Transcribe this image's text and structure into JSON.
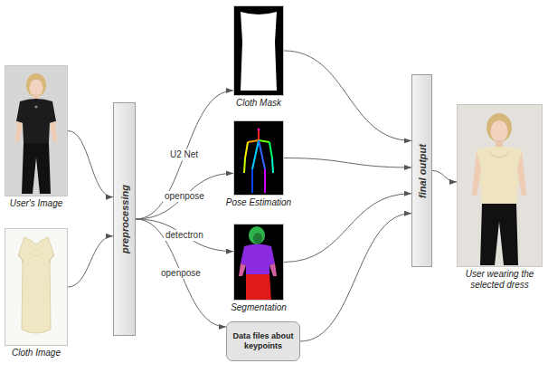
{
  "diagram": {
    "nodes": [
      {
        "text": [
          "User's Image"
        ]
      },
      {
        "text": [
          "Cloth Image"
        ]
      },
      {
        "text": [
          "preprocessing"
        ]
      },
      {
        "text": [
          "Cloth Mask"
        ]
      },
      {
        "text": [
          "Pose Estimation"
        ]
      },
      {
        "text": [
          "Segmentation"
        ]
      },
      {
        "text": [
          "Data files about keypoints"
        ]
      },
      {
        "text": [
          "final output"
        ]
      },
      {
        "text": [
          "User wearing the selected dress"
        ]
      }
    ],
    "edges": [
      {
        "from": 0,
        "to": 2,
        "arrow": "to"
      },
      {
        "from": 1,
        "to": 2,
        "arrow": "to"
      },
      {
        "from": 2,
        "to": 3,
        "label": "U2 Net",
        "arrow": "to"
      },
      {
        "from": 2,
        "to": 4,
        "label": "openpose",
        "arrow": "to"
      },
      {
        "from": 2,
        "to": 5,
        "label": "detectron",
        "arrow": "to"
      },
      {
        "from": 2,
        "to": 6,
        "label": "openpose",
        "arrow": "to"
      },
      {
        "from": 3,
        "to": 7,
        "arrow": "to"
      },
      {
        "from": 4,
        "to": 7,
        "arrow": "to"
      },
      {
        "from": 5,
        "to": 7,
        "arrow": "to"
      },
      {
        "from": 6,
        "to": 7,
        "arrow": "to"
      },
      {
        "from": 7,
        "to": 8,
        "arrow": "to"
      }
    ]
  }
}
